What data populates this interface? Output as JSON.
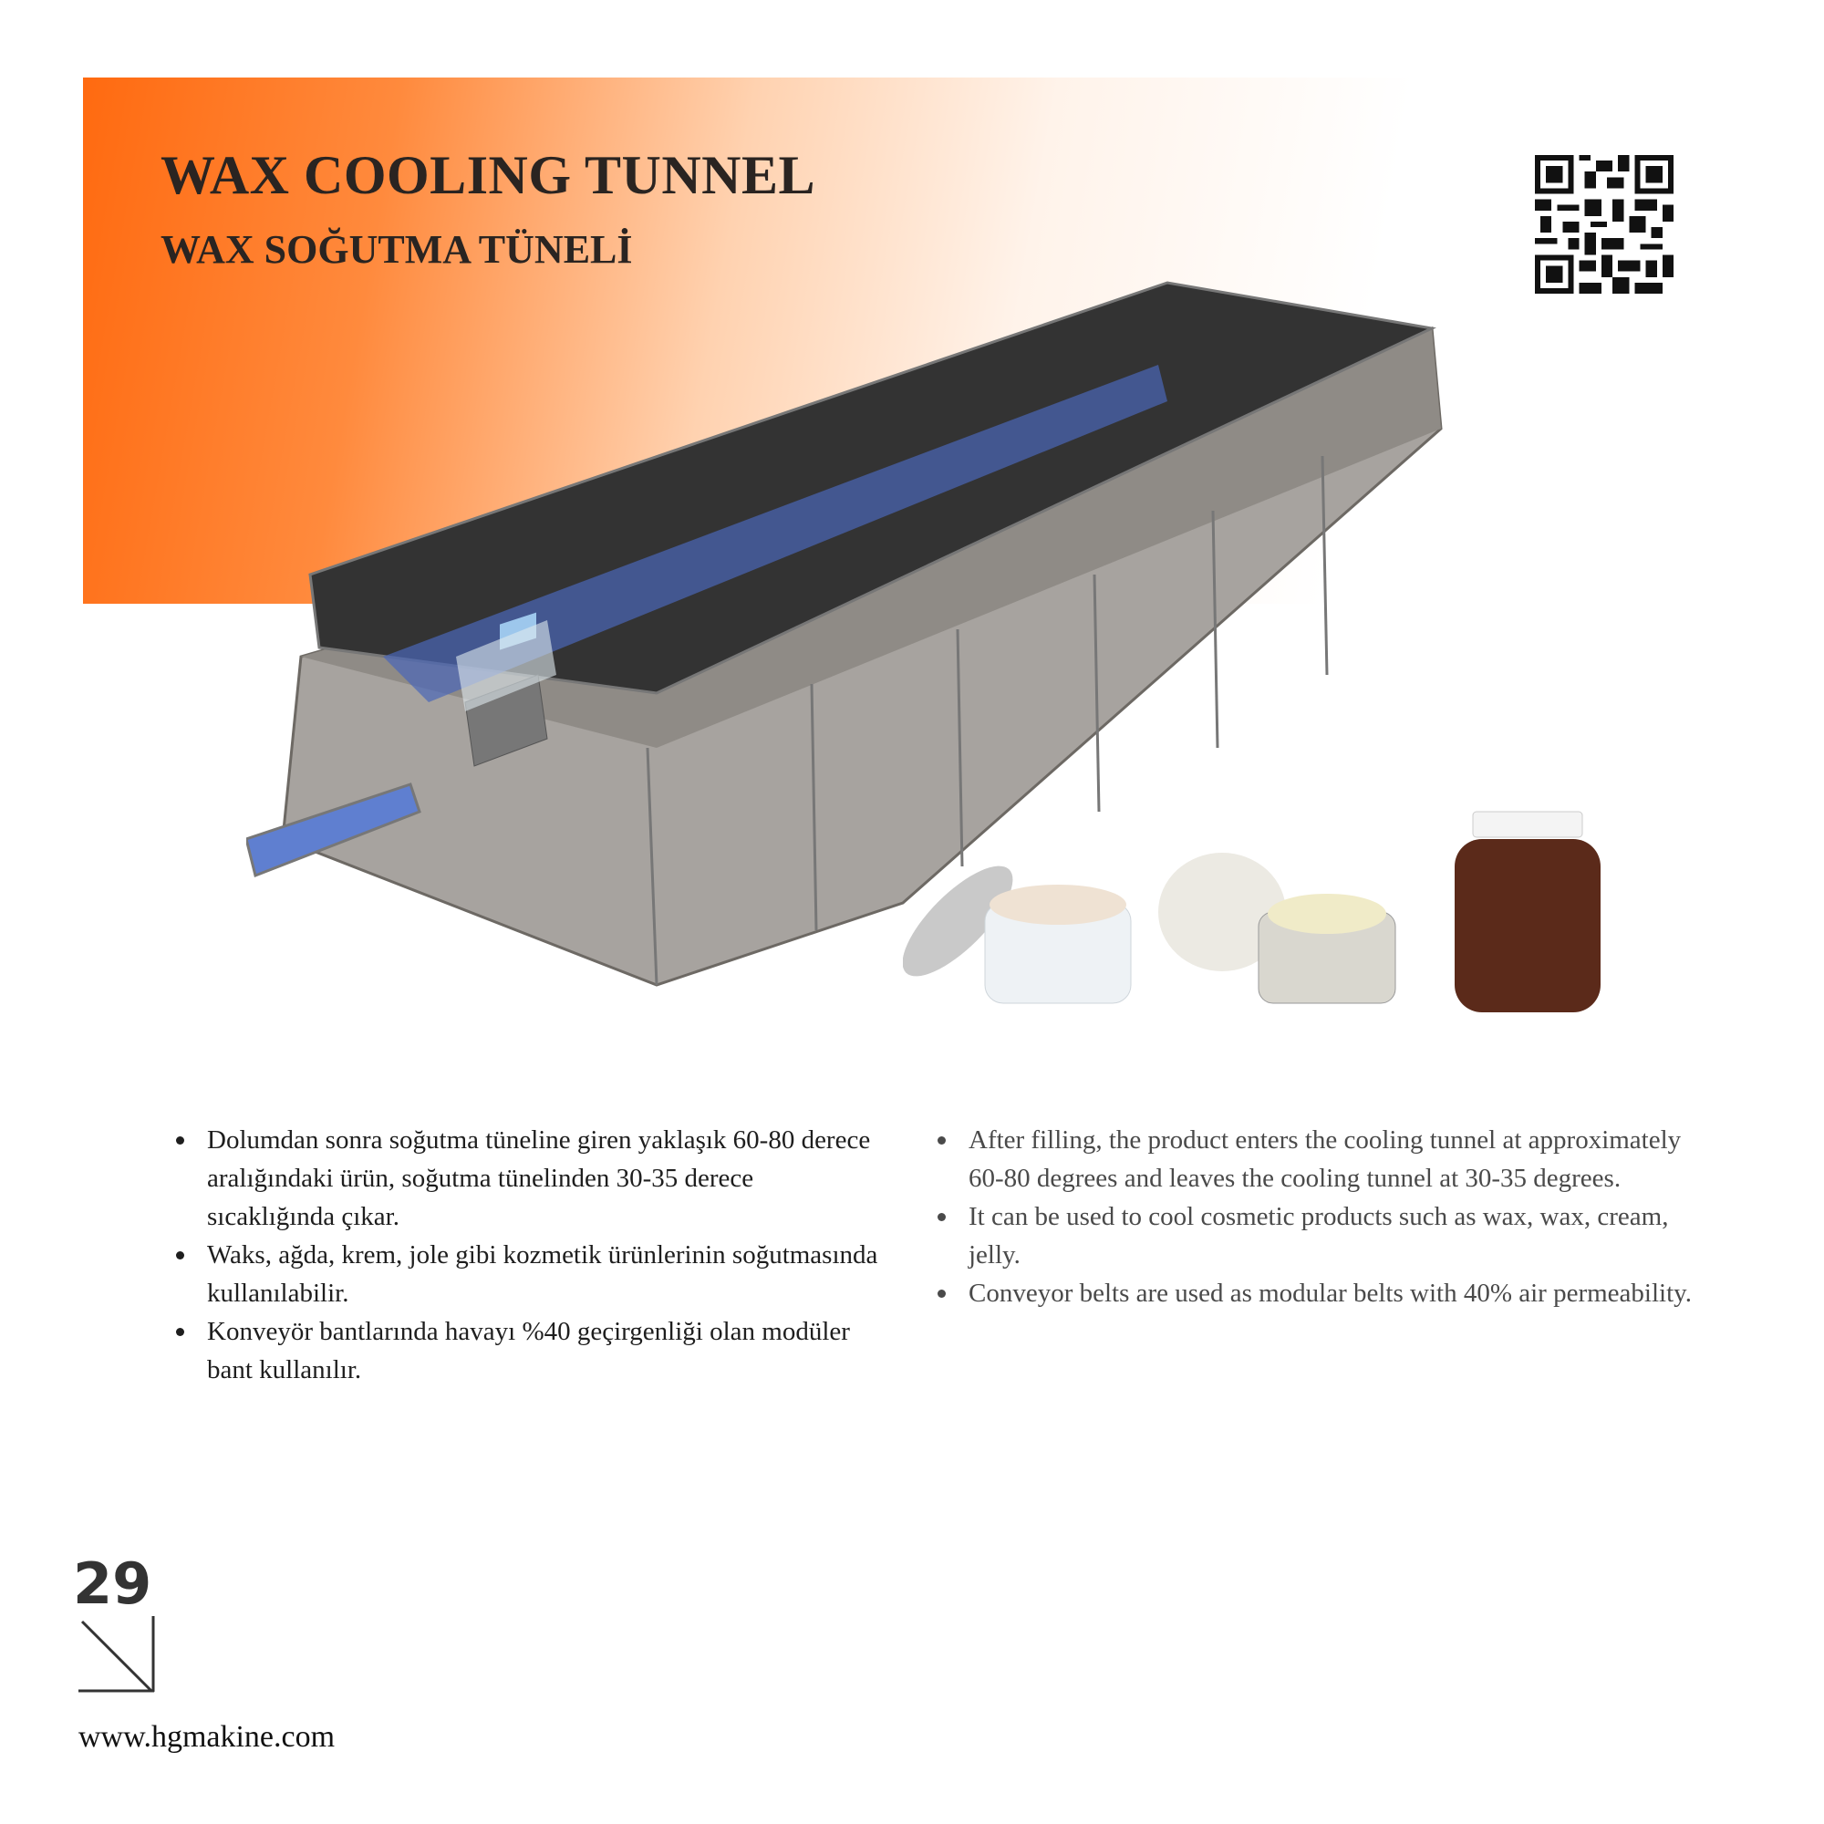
{
  "header": {
    "title": "WAX COOLING TUNNEL",
    "subtitle": "WAX SOĞUTMA TÜNELİ"
  },
  "colors": {
    "accent": "#ff6a10",
    "text": "#2a2421"
  },
  "bullets_tr": [
    "Dolumdan sonra soğutma tüneline giren yaklaşık 60-80 derece aralığındaki ürün, soğutma tünelinden 30-35 derece sıcaklığında çıkar.",
    "Waks, ağda, krem, jole gibi kozmetik ürünlerinin soğutmasında kullanılabilir.",
    "Konveyör bantlarında havayı %40 geçirgenliği olan modüler bant kullanılır."
  ],
  "bullets_en": [
    "After filling, the product enters the cooling tunnel at approximately 60-80 degrees and leaves the cooling tunnel at 30-35 degrees.",
    "It can be used to cool cosmetic products such as wax, wax, cream, jelly.",
    "Conveyor belts are used as modular belts with 40% air permeability."
  ],
  "footer": {
    "page_number": "29",
    "url": "www.hgmakine.com"
  }
}
